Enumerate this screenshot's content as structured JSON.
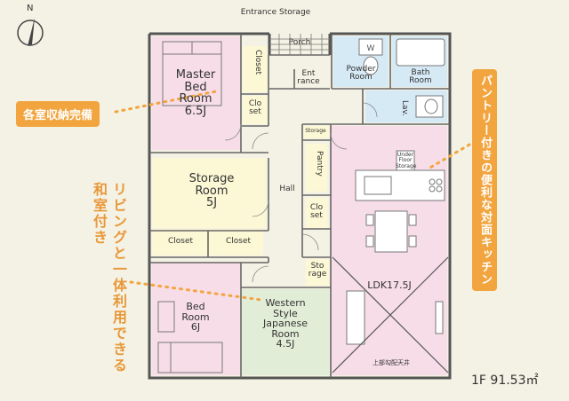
{
  "compass": {
    "label": "N"
  },
  "entrance_storage": "Entrance Storage",
  "rooms": {
    "master_bed": "Master\nBed\nRoom\n6.5J",
    "closet_master": "Closet",
    "closet_small_1": "Clo\nset",
    "porch": "Porch",
    "entrance": "Ent\nrance",
    "powder_room": "Powder\nRoom",
    "bath_room": "Bath\nRoom",
    "lav": "Lav.",
    "storage_room": "Storage\nRoom\n5J",
    "storage_small_top": "Storage",
    "pantry": "Pantry",
    "hall": "Hall",
    "under_floor_storage": "Under\nFloor\nStorage",
    "closet_small_2": "Clo\nset",
    "closet_a": "Closet",
    "closet_b": "Closet",
    "storage_small_mid": "Sto\nrage",
    "ldk": "LDK17.5J",
    "bed_room": "Bed\nRoom\n6J",
    "japanese_room": "Western\nStyle\nJapanese\nRoom\n4.5J",
    "ceiling_note": "上部勾配天井"
  },
  "callouts": {
    "storage_all_rooms": "各室収納完備",
    "pantry_kitchen": "パントリー付きの便利な対面キッチン",
    "japanese_room_combo": "リビングと一体利用できる和室付き"
  },
  "floor_area": "1F 91.53㎡",
  "colors": {
    "background": "#f4f2e4",
    "pink": "#f7dde8",
    "cream": "#fcf7d4",
    "blue": "#d6eaf6",
    "green": "#e2edd7",
    "orange": "#f2a53f",
    "wall": "#555555"
  }
}
